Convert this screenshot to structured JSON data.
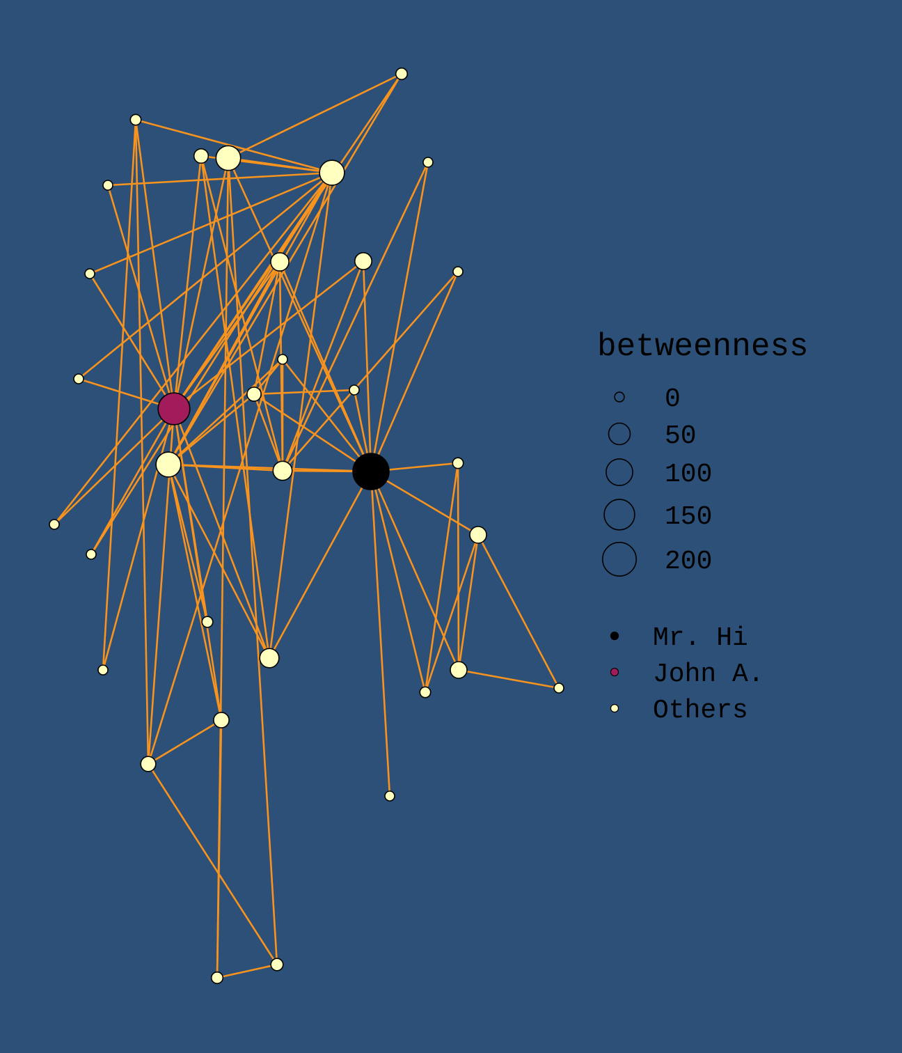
{
  "chart_data": {
    "type": "network",
    "title": "",
    "colors": {
      "background": "#2c5077",
      "edge": "#f7931e",
      "mr_hi": "#000000",
      "john_a": "#a21c5c",
      "others": "#ffffbf",
      "outline": "#000000"
    },
    "legend": {
      "size_title": "betweenness",
      "size_entries": [
        {
          "label": "0",
          "value": 0
        },
        {
          "label": "50",
          "value": 50
        },
        {
          "label": "100",
          "value": 100
        },
        {
          "label": "150",
          "value": 150
        },
        {
          "label": "200",
          "value": 200
        }
      ],
      "color_entries": [
        {
          "label": "Mr. Hi",
          "group": "mr_hi"
        },
        {
          "label": "John A.",
          "group": "john_a"
        },
        {
          "label": "Others",
          "group": "others"
        }
      ],
      "placement": "right"
    },
    "nodes": [
      {
        "id": 1,
        "group": "mr_hi",
        "betweenness": 231
      },
      {
        "id": 2,
        "group": "others",
        "betweenness": 29
      },
      {
        "id": 3,
        "group": "others",
        "betweenness": 76
      },
      {
        "id": 4,
        "group": "others",
        "betweenness": 6
      },
      {
        "id": 5,
        "group": "others",
        "betweenness": 0.3
      },
      {
        "id": 6,
        "group": "others",
        "betweenness": 16
      },
      {
        "id": 7,
        "group": "others",
        "betweenness": 16
      },
      {
        "id": 8,
        "group": "others",
        "betweenness": 0
      },
      {
        "id": 9,
        "group": "others",
        "betweenness": 30
      },
      {
        "id": 10,
        "group": "others",
        "betweenness": 0.4
      },
      {
        "id": 11,
        "group": "others",
        "betweenness": 0.3
      },
      {
        "id": 12,
        "group": "others",
        "betweenness": 0
      },
      {
        "id": 13,
        "group": "others",
        "betweenness": 0
      },
      {
        "id": 14,
        "group": "others",
        "betweenness": 24
      },
      {
        "id": 15,
        "group": "others",
        "betweenness": 0
      },
      {
        "id": 16,
        "group": "others",
        "betweenness": 0
      },
      {
        "id": 17,
        "group": "others",
        "betweenness": 0
      },
      {
        "id": 18,
        "group": "others",
        "betweenness": 0
      },
      {
        "id": 19,
        "group": "others",
        "betweenness": 0
      },
      {
        "id": 20,
        "group": "others",
        "betweenness": 17
      },
      {
        "id": 21,
        "group": "others",
        "betweenness": 0
      },
      {
        "id": 22,
        "group": "others",
        "betweenness": 0
      },
      {
        "id": 23,
        "group": "others",
        "betweenness": 0
      },
      {
        "id": 24,
        "group": "others",
        "betweenness": 9
      },
      {
        "id": 25,
        "group": "others",
        "betweenness": 1
      },
      {
        "id": 26,
        "group": "others",
        "betweenness": 2
      },
      {
        "id": 27,
        "group": "others",
        "betweenness": 0
      },
      {
        "id": 28,
        "group": "others",
        "betweenness": 11
      },
      {
        "id": 29,
        "group": "others",
        "betweenness": 1
      },
      {
        "id": 30,
        "group": "others",
        "betweenness": 0.3
      },
      {
        "id": 31,
        "group": "others",
        "betweenness": 7
      },
      {
        "id": 32,
        "group": "others",
        "betweenness": 73
      },
      {
        "id": 33,
        "group": "others",
        "betweenness": 76
      },
      {
        "id": 34,
        "group": "john_a",
        "betweenness": 160
      }
    ],
    "edges": [
      [
        1,
        2
      ],
      [
        1,
        3
      ],
      [
        1,
        4
      ],
      [
        1,
        5
      ],
      [
        1,
        6
      ],
      [
        1,
        7
      ],
      [
        1,
        8
      ],
      [
        1,
        9
      ],
      [
        1,
        11
      ],
      [
        1,
        12
      ],
      [
        1,
        13
      ],
      [
        1,
        14
      ],
      [
        1,
        18
      ],
      [
        1,
        20
      ],
      [
        1,
        22
      ],
      [
        1,
        32
      ],
      [
        2,
        3
      ],
      [
        2,
        4
      ],
      [
        2,
        8
      ],
      [
        2,
        14
      ],
      [
        2,
        18
      ],
      [
        2,
        20
      ],
      [
        2,
        22
      ],
      [
        2,
        31
      ],
      [
        3,
        4
      ],
      [
        3,
        8
      ],
      [
        3,
        9
      ],
      [
        3,
        10
      ],
      [
        3,
        14
      ],
      [
        3,
        28
      ],
      [
        3,
        29
      ],
      [
        3,
        33
      ],
      [
        4,
        8
      ],
      [
        4,
        13
      ],
      [
        4,
        14
      ],
      [
        5,
        7
      ],
      [
        5,
        11
      ],
      [
        6,
        7
      ],
      [
        6,
        11
      ],
      [
        6,
        17
      ],
      [
        7,
        17
      ],
      [
        9,
        31
      ],
      [
        9,
        33
      ],
      [
        9,
        34
      ],
      [
        10,
        34
      ],
      [
        14,
        34
      ],
      [
        15,
        33
      ],
      [
        15,
        34
      ],
      [
        16,
        33
      ],
      [
        16,
        34
      ],
      [
        19,
        33
      ],
      [
        19,
        34
      ],
      [
        20,
        34
      ],
      [
        21,
        33
      ],
      [
        21,
        34
      ],
      [
        23,
        33
      ],
      [
        23,
        34
      ],
      [
        24,
        26
      ],
      [
        24,
        28
      ],
      [
        24,
        30
      ],
      [
        24,
        33
      ],
      [
        24,
        34
      ],
      [
        25,
        26
      ],
      [
        25,
        28
      ],
      [
        25,
        32
      ],
      [
        26,
        32
      ],
      [
        27,
        30
      ],
      [
        27,
        34
      ],
      [
        28,
        34
      ],
      [
        29,
        32
      ],
      [
        29,
        34
      ],
      [
        30,
        33
      ],
      [
        30,
        34
      ],
      [
        31,
        33
      ],
      [
        31,
        34
      ],
      [
        32,
        33
      ],
      [
        32,
        34
      ],
      [
        33,
        34
      ]
    ]
  }
}
